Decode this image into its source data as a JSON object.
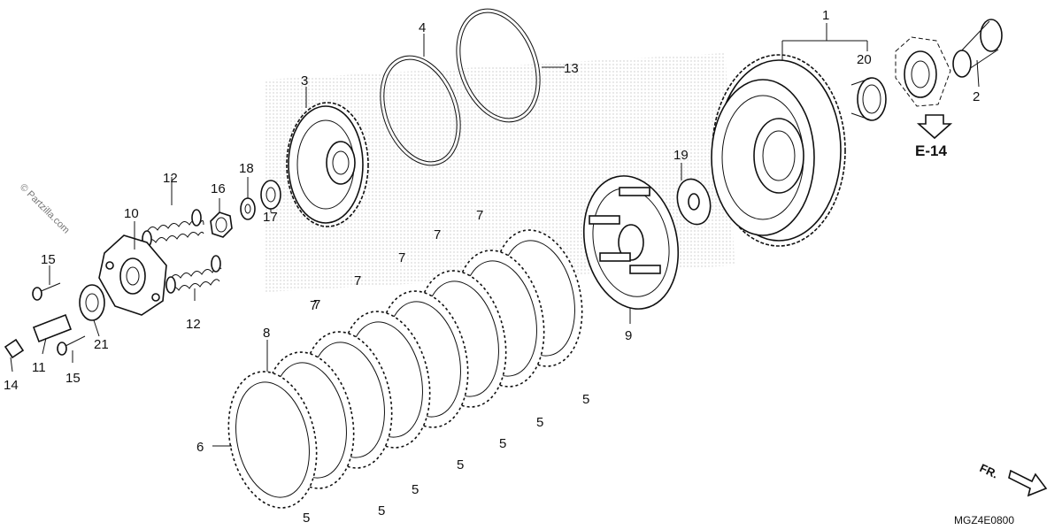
{
  "watermark": "© Partzilla.com",
  "diagram_code": "MGZ4E0800",
  "reference": "E-14",
  "direction": "FR.",
  "callouts": {
    "c1": "1",
    "c2": "2",
    "c3": "3",
    "c4": "4",
    "c5a": "5",
    "c5b": "5",
    "c5c": "5",
    "c5d": "5",
    "c5e": "5",
    "c5f": "5",
    "c5g": "5",
    "c6": "6",
    "c7a": "7",
    "c7b": "7",
    "c7c": "7",
    "c7d": "7",
    "c7e": "7",
    "c7f": "7",
    "c8": "8",
    "c9": "9",
    "c10": "10",
    "c11": "11",
    "c12a": "12",
    "c12b": "12",
    "c13": "13",
    "c14": "14",
    "c15a": "15",
    "c15b": "15",
    "c16": "16",
    "c17": "17",
    "c18": "18",
    "c19": "19",
    "c20": "20",
    "c21": "21"
  }
}
